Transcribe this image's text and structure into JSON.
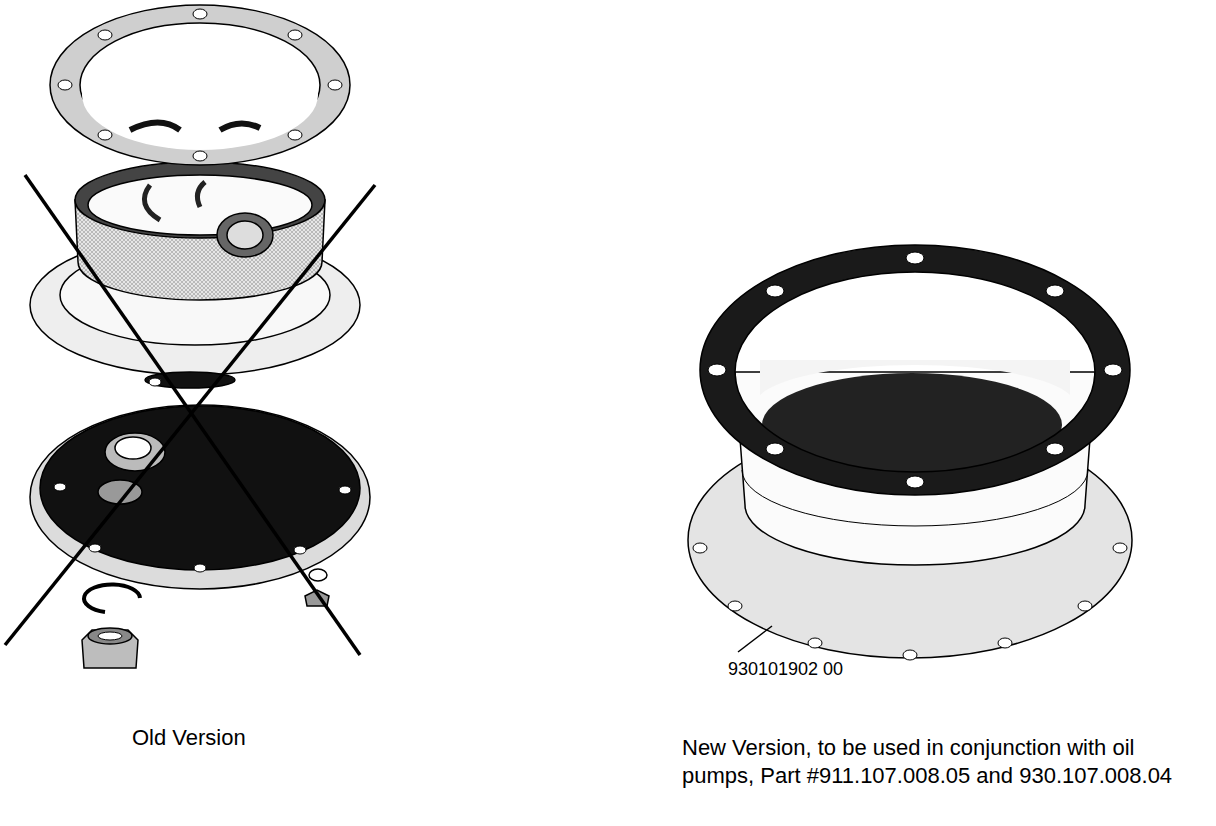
{
  "diagram": {
    "labels": [
      "Old Version",
      "930101902 00",
      "New Version, to be used in conjunction with oil pumps, Part #911.107.008.05 and 930.107.008.04"
    ]
  }
}
